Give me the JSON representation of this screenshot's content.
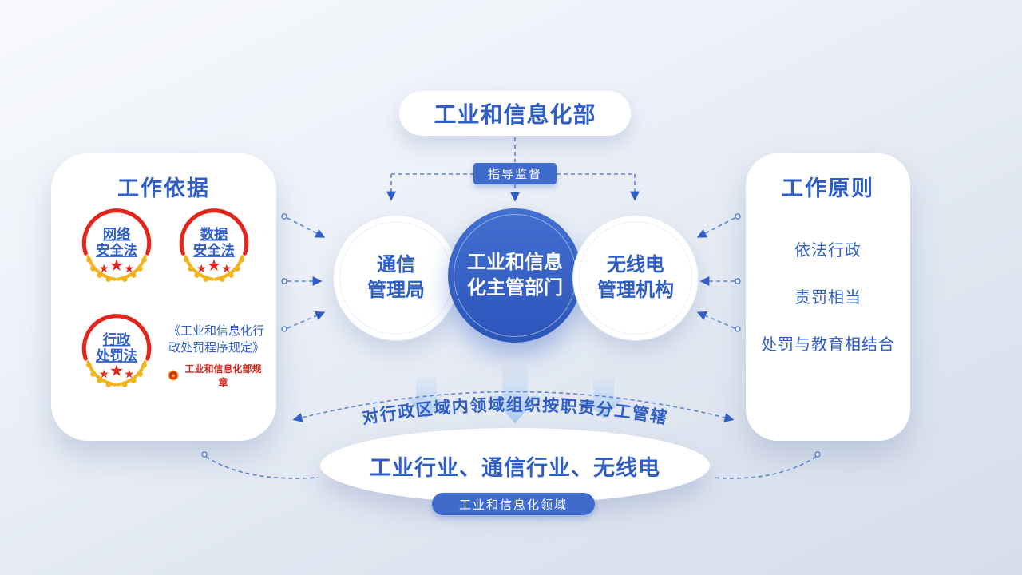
{
  "colors": {
    "primary_blue": "#2f5ec4",
    "center_node_blue": "#3059bd",
    "badge_blue": "#3f6bcc",
    "law_red": "#e2261c",
    "laurel_gold": "#f2b31c",
    "connector_blue": "#5b85d6"
  },
  "top": {
    "ministry": "工业和信息化部",
    "supervision_badge": "指导监督"
  },
  "circles": {
    "left": {
      "line1": "通信",
      "line2": "管理局"
    },
    "center": {
      "line1": "工业和信息",
      "line2": "化主管部门"
    },
    "right": {
      "line1": "无线电",
      "line2": "管理机构"
    }
  },
  "left_panel": {
    "title": "工作依据",
    "badges": [
      {
        "line1": "网络",
        "line2": "安全法"
      },
      {
        "line1": "数据",
        "line2": "安全法"
      },
      {
        "line1": "行政",
        "line2": "处罚法"
      }
    ],
    "regulation": {
      "title": "《工业和信息化行政处罚程序规定》",
      "tag": "工业和信息化部规章"
    }
  },
  "right_panel": {
    "title": "工作原则",
    "items": [
      "依法行政",
      "责罚相当",
      "处罚与教育相结合"
    ]
  },
  "arc_label": "对行政区域内领域组织按职责分工管辖",
  "bottom": {
    "ellipse_label": "工业行业、通信行业、无线电",
    "field_badge": "工业和信息化领域"
  }
}
